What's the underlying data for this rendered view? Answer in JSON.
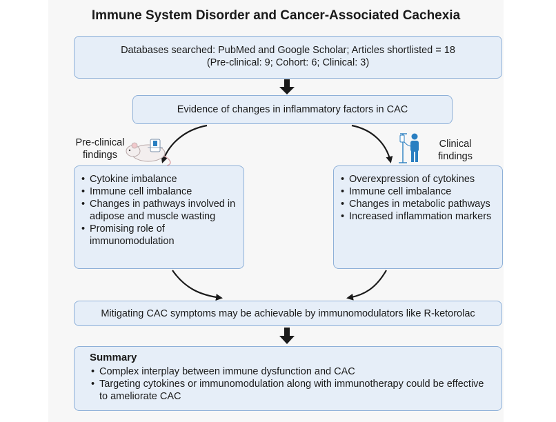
{
  "title": "Immune System Disorder and Cancer-Associated Cachexia",
  "databases": {
    "line1": "Databases searched: PubMed and Google Scholar; Articles shortlisted = 18",
    "line2": "(Pre-clinical: 9; Cohort: 6; Clinical: 3)"
  },
  "evidence": "Evidence of changes in inflammatory factors in CAC",
  "preclinical": {
    "label_line1": "Pre-clinical",
    "label_line2": "findings",
    "icon": "mouse-icon",
    "items": [
      "Cytokine imbalance",
      "Immune cell imbalance",
      "Changes in pathways involved in adipose and muscle wasting",
      "Promising role of immunomodulation"
    ]
  },
  "clinical": {
    "label_line1": "Clinical",
    "label_line2": "findings",
    "icon": "patient-iv-icon",
    "items": [
      "Overexpression of cytokines",
      "Immune cell imbalance",
      "Changes in metabolic pathways",
      "Increased inflammation markers"
    ]
  },
  "mitigating": "Mitigating CAC symptoms may be achievable by immunomodulators like R-ketorolac",
  "summary": {
    "heading": "Summary",
    "items": [
      "Complex interplay between immune dysfunction and CAC",
      "Targeting cytokines or immunomodulation along with immunotherapy could be effective to ameliorate CAC"
    ]
  },
  "colors": {
    "box_fill": "#e6eef8",
    "box_border": "#8eb0d8",
    "arrow": "#1a1a1a",
    "icon_blue": "#2a7fc1"
  }
}
